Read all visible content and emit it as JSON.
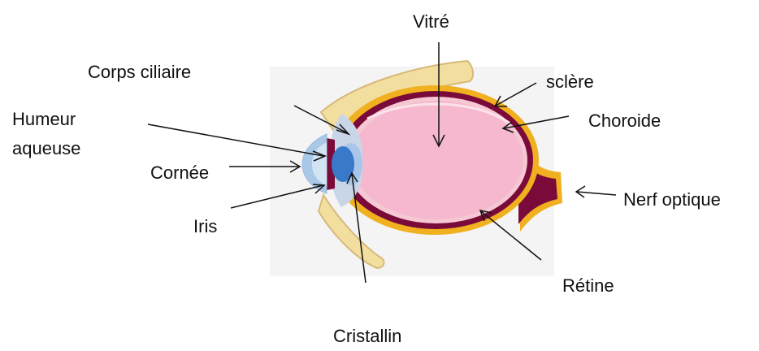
{
  "labels": {
    "vitre": "Vitré",
    "corps_ciliaire": "Corps ciliaire",
    "sclere": "sclère",
    "humeur_line1": "Humeur",
    "humeur_line2": "aqueuse",
    "choroide": "Choroide",
    "cornee": "Cornée",
    "nerf_optique": "Nerf optique",
    "iris": "Iris",
    "retine": "Rétine",
    "cristallin": "Cristallin"
  },
  "colors": {
    "background_panel": "#f4f4f4",
    "muscle": "#f2dfa0",
    "muscle_edge": "#d8b878",
    "sclera": "#f0b020",
    "choroid": "#7a0a3a",
    "retina": "#f5c0cc",
    "vitreous": "#f5b8cf",
    "lens": "#bcd0ec",
    "iris": "#3a78c8",
    "cornea": "#a9c8e8",
    "arrow": "#111111"
  }
}
